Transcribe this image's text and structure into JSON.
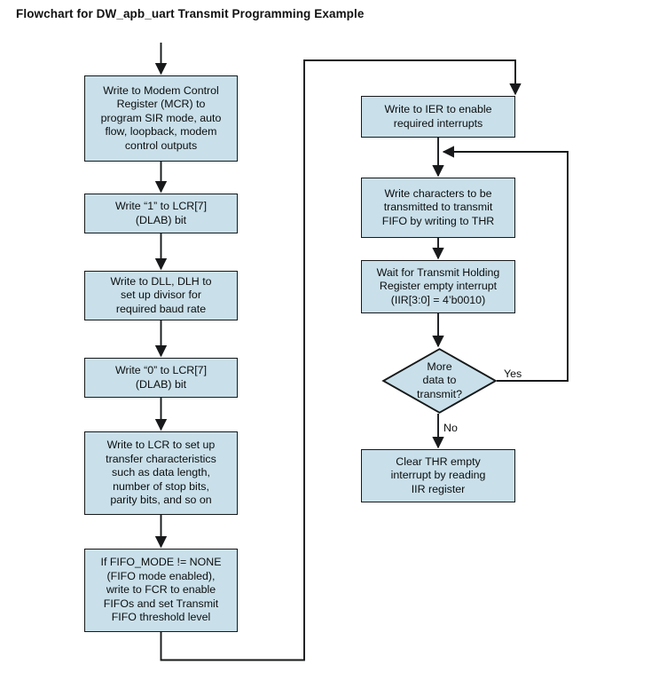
{
  "title": "Flowchart for DW_apb_uart Transmit Programming Example",
  "colors": {
    "node_fill": "#c9e0ea",
    "node_stroke": "#17191a",
    "text": "#0c0d0e",
    "background": "#ffffff"
  },
  "diagram": {
    "type": "flowchart",
    "left_column": [
      {
        "id": "mcr",
        "shape": "process",
        "text": "Write to Modem Control\nRegister (MCR) to\nprogram SIR mode, auto\nflow, loopback, modem\ncontrol outputs"
      },
      {
        "id": "lcr7-set",
        "shape": "process",
        "text": "Write “1” to LCR[7]\n(DLAB) bit"
      },
      {
        "id": "divisor",
        "shape": "process",
        "text": "Write to DLL, DLH to\nset up divisor for\nrequired baud rate"
      },
      {
        "id": "lcr7-clear",
        "shape": "process",
        "text": "Write “0” to LCR[7]\n(DLAB) bit"
      },
      {
        "id": "lcr-setup",
        "shape": "process",
        "text": "Write to LCR to set up\ntransfer characteristics\nsuch as data length,\nnumber of stop bits,\nparity bits, and so on"
      },
      {
        "id": "fifo-mode",
        "shape": "process",
        "text": "If FIFO_MODE != NONE\n(FIFO mode enabled),\nwrite to FCR to enable\nFIFOs and set Transmit\nFIFO threshold level"
      }
    ],
    "right_column": [
      {
        "id": "ier",
        "shape": "process",
        "text": "Write to IER to enable\nrequired interrupts"
      },
      {
        "id": "write-thr",
        "shape": "process",
        "text": "Write characters to be\ntransmitted to transmit\nFIFO by writing to THR"
      },
      {
        "id": "wait-thre",
        "shape": "process",
        "text": "Wait for Transmit Holding\nRegister empty interrupt\n(IIR[3:0] = 4’b0010)"
      },
      {
        "id": "more-data",
        "shape": "decision",
        "text": "More\ndata to\ntransmit?"
      },
      {
        "id": "clear-thr",
        "shape": "process",
        "text": "Clear THR empty\ninterrupt by reading\nIIR register"
      }
    ],
    "edge_labels": {
      "yes": "Yes",
      "no": "No"
    }
  }
}
